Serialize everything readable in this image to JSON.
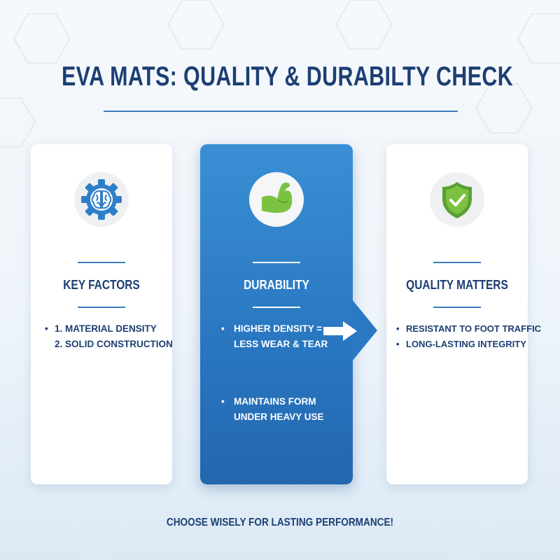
{
  "title": "EVA MATS: QUALITY & DURABILTY CHECK",
  "colors": {
    "navy": "#1c3f73",
    "blue_accent": "#3a7cc0",
    "center_card_blue": "#2a78c2",
    "green": "#7cc242"
  },
  "cards": [
    {
      "icon": "brain-gear-icon",
      "title": "KEY FACTORS",
      "items": [
        "1. MATERIAL DENSITY",
        "2. SOLID CONSTRUCTION"
      ]
    },
    {
      "icon": "flexed-arm-icon",
      "title": "DURABILITY",
      "items": [
        [
          "HIGHER DENSITY =",
          "LESS WEAR & TEAR"
        ],
        [
          "MAINTAINS FORM",
          "UNDER HEAVY USE"
        ]
      ]
    },
    {
      "icon": "shield-check-icon",
      "title": "QUALITY MATTERS",
      "items": [
        "RESISTANT TO FOOT TRAFFIC",
        "LONG-LASTING INTEGRITY"
      ]
    }
  ],
  "footer": "CHOOSE WISELY FOR LASTING PERFORMANCE!"
}
